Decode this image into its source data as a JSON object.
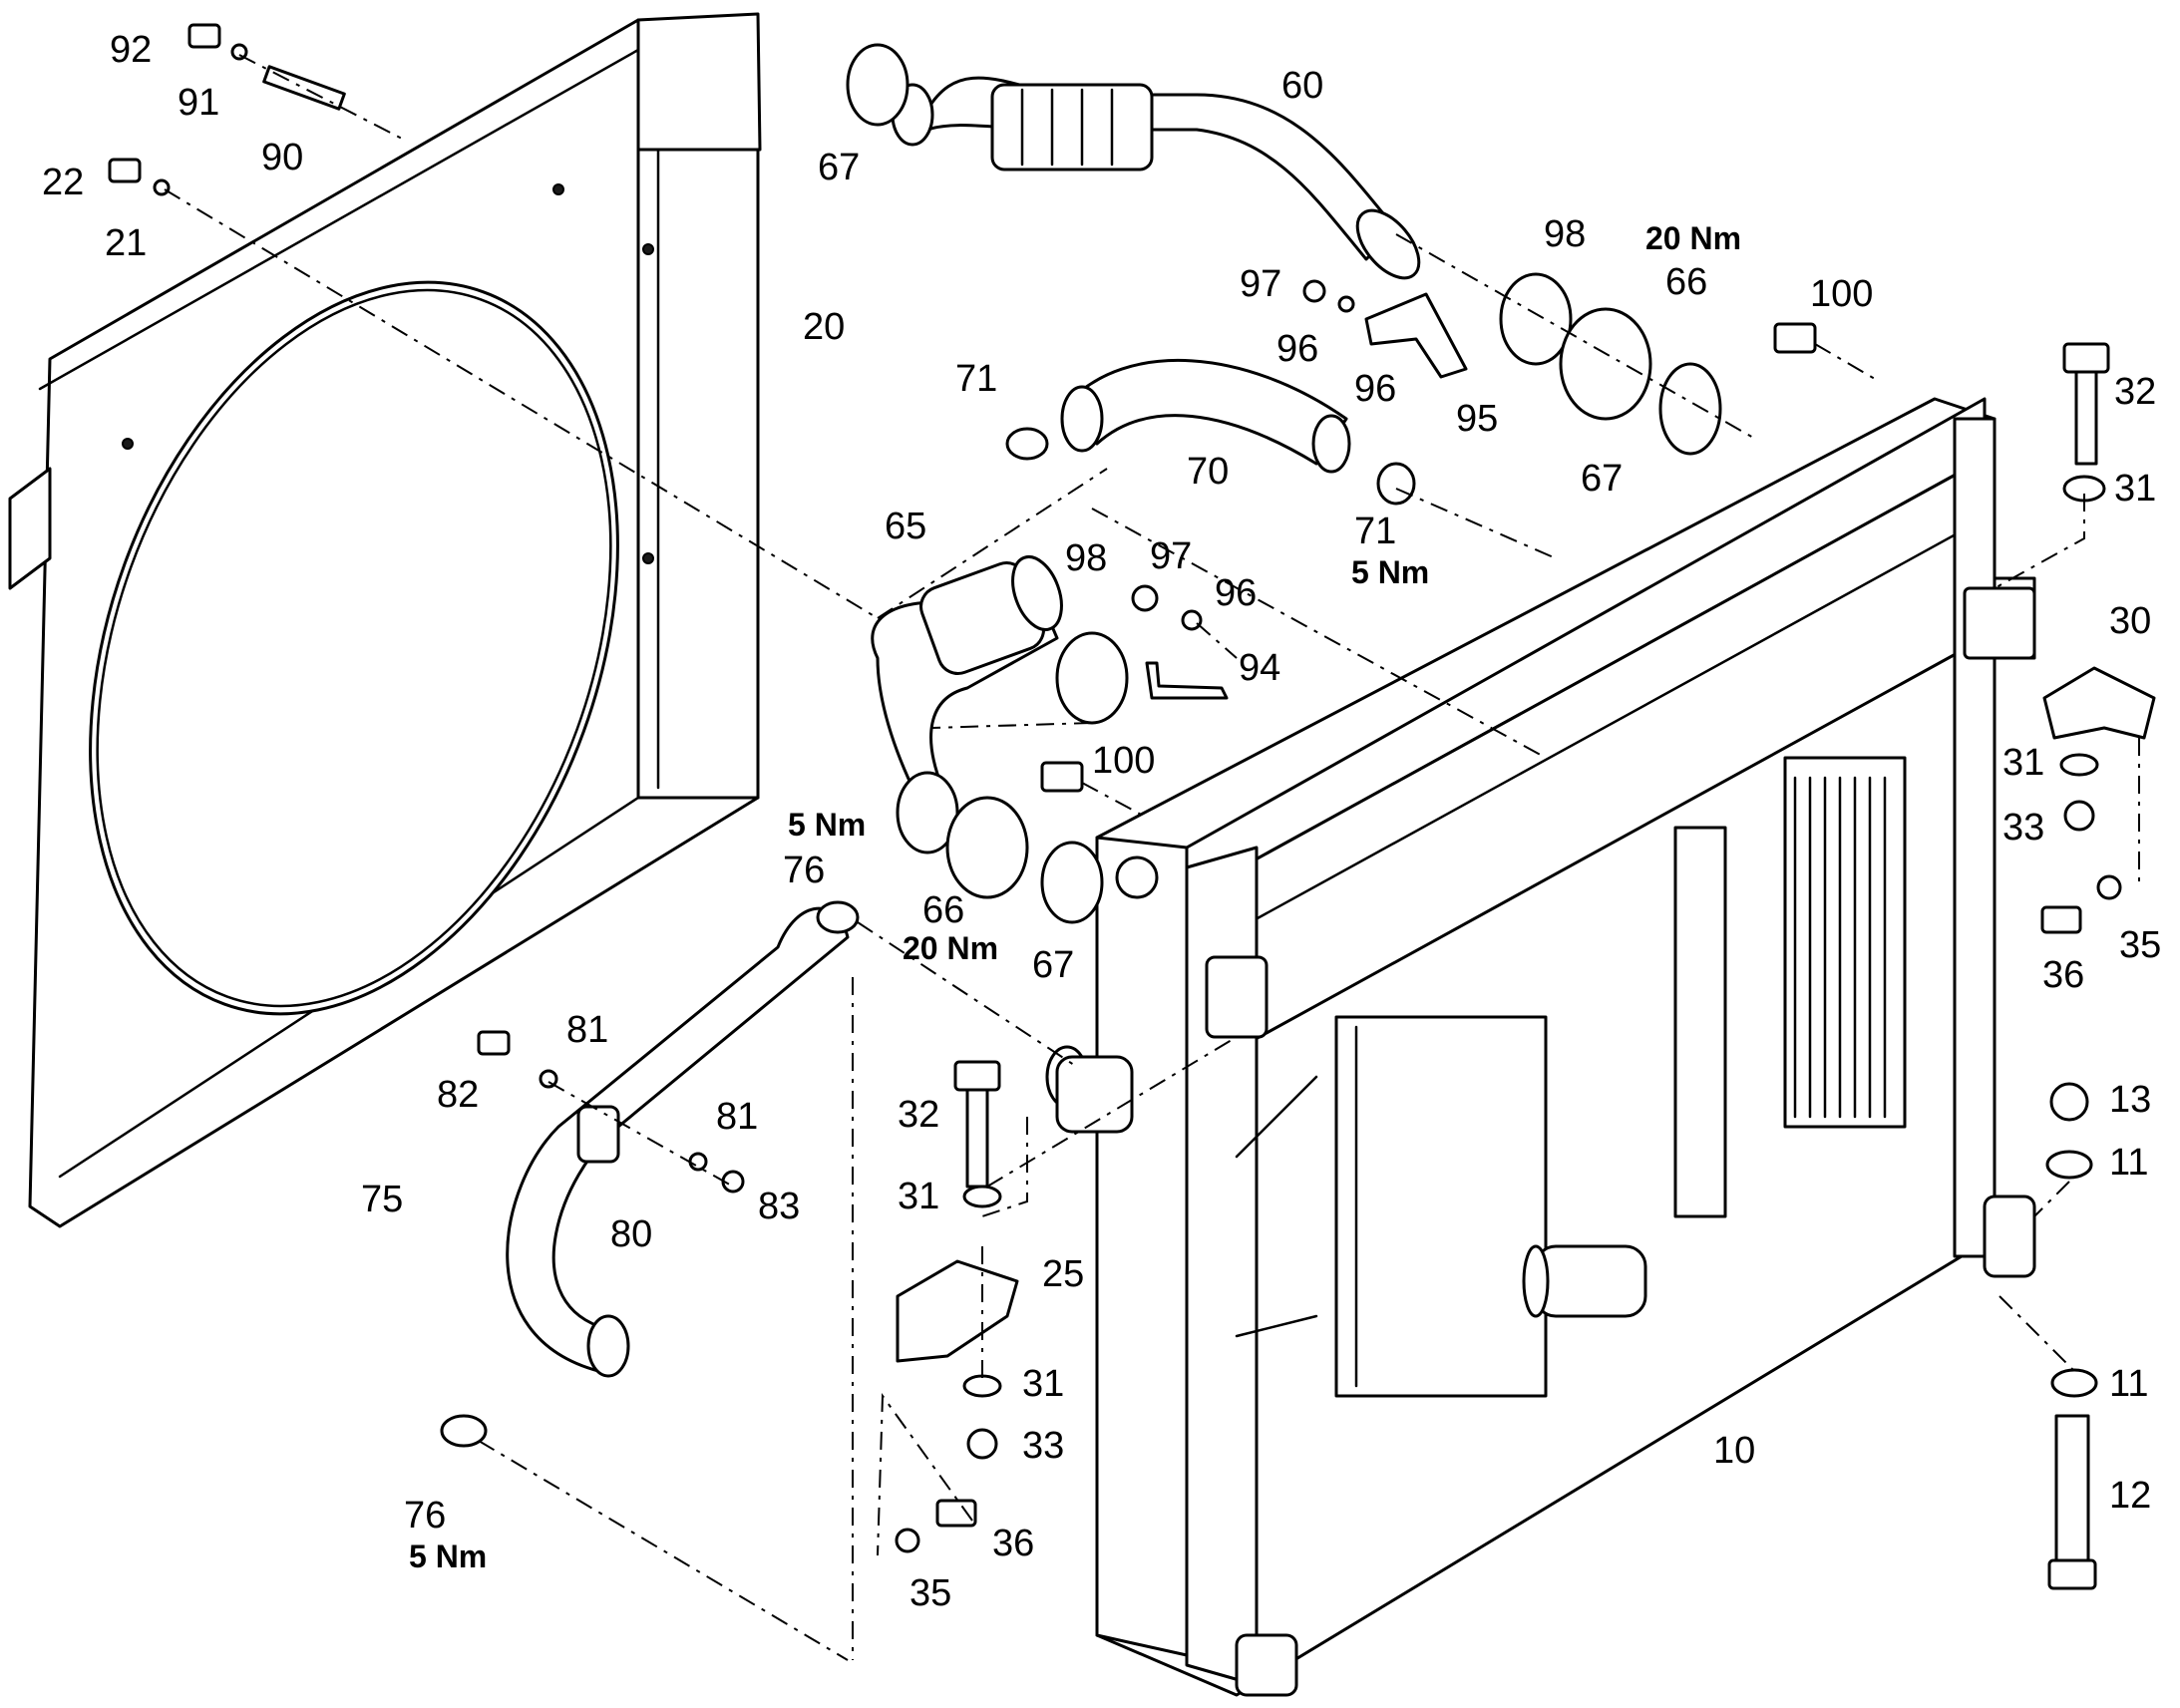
{
  "labels": {
    "l92": "92",
    "l91": "91",
    "l90": "90",
    "l22": "22",
    "l21": "21",
    "l20": "20",
    "l67a": "67",
    "l60": "60",
    "l98a": "98",
    "l97a": "97",
    "l96a": "96",
    "l96b": "96",
    "l95": "95",
    "l66a": "66",
    "l67b": "67",
    "l100a": "100",
    "l32a": "32",
    "l31a": "31",
    "l71a": "71",
    "l70": "70",
    "l71b": "71",
    "l65": "65",
    "l98b": "98",
    "l97b": "97",
    "l96c": "96",
    "l94": "94",
    "l100b": "100",
    "l30": "30",
    "l31b": "31",
    "l33a": "33",
    "l35a": "35",
    "l36a": "36",
    "l76a": "76",
    "l66b": "66",
    "l67c": "67",
    "l81a": "81",
    "l82": "82",
    "l81b": "81",
    "l83": "83",
    "l80": "80",
    "l75": "75",
    "l32b": "32",
    "l31c": "31",
    "l25": "25",
    "l31d": "31",
    "l33b": "33",
    "l36b": "36",
    "l35b": "35",
    "l76b": "76",
    "l13": "13",
    "l11a": "11",
    "l11b": "11",
    "l12": "12",
    "l10": "10"
  },
  "torques": {
    "t20nm_top": "20 Nm",
    "t5nm_71": "5 Nm",
    "t5nm_76": "5 Nm",
    "t20nm_66": "20 Nm",
    "t5nm_bottom": "5 Nm"
  }
}
